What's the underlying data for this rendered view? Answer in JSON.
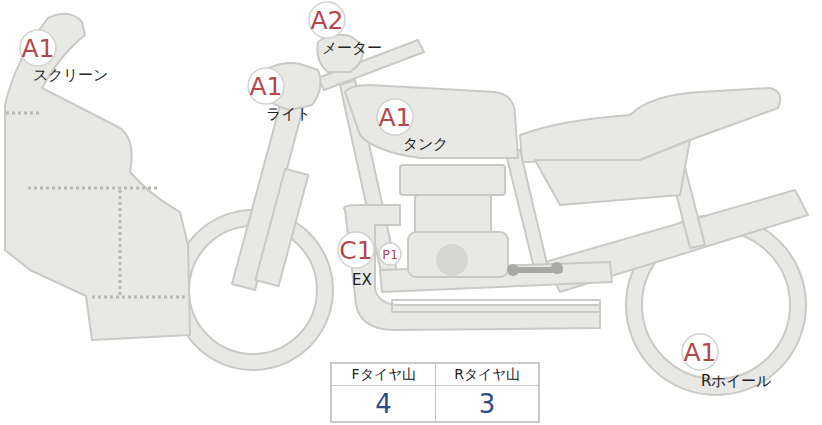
{
  "diagram": {
    "nodes": [
      {
        "text": [
          "A1",
          "スクリーン"
        ]
      },
      {
        "text": [
          "A2",
          "メーター"
        ]
      },
      {
        "text": [
          "A1",
          "ライト"
        ]
      },
      {
        "text": [
          "A1",
          "タンク"
        ]
      },
      {
        "text": [
          "C1",
          "EX"
        ]
      },
      {
        "text": [
          "P1"
        ]
      },
      {
        "text": [
          "A1",
          "Rホイール"
        ]
      }
    ],
    "edges": [],
    "labels": [
      "Fタイヤ山",
      "Rタイヤ山",
      "4",
      "3"
    ]
  }
}
